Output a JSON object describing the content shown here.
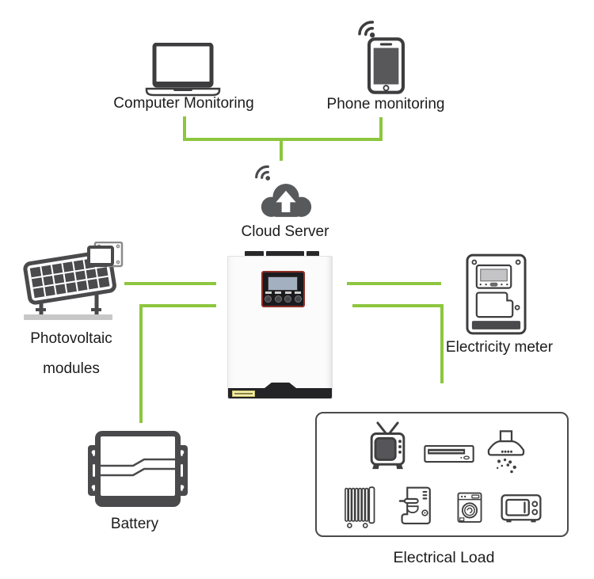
{
  "diagram": {
    "background": "#ffffff",
    "accent_color": "#8dc63f",
    "icon_color": "#4a4a4c",
    "nodes": {
      "computer": {
        "label": "Computer Monitoring",
        "icon": "laptop-icon"
      },
      "phone": {
        "label": "Phone monitoring",
        "icon": "smartphone-icon",
        "badge_icon": "wifi-icon"
      },
      "cloud": {
        "label": "Cloud Server",
        "icon": "cloud-upload-icon",
        "badge_icon": "wifi-icon"
      },
      "pv": {
        "label_line1": "Photovoltaic",
        "label_line2": "modules",
        "icon": "solar-panel-icon"
      },
      "inverter": {
        "icon": "solar-inverter-icon"
      },
      "meter": {
        "label": "Electricity meter",
        "icon": "electricity-meter-icon"
      },
      "battery": {
        "label": "Battery",
        "icon": "battery-icon"
      },
      "load": {
        "label": "Electrical Load",
        "appliance_icons": [
          "tv-icon",
          "media-player-icon",
          "range-hood-icon",
          "oil-heater-icon",
          "coffee-machine-icon",
          "washing-machine-icon",
          "microwave-icon"
        ]
      }
    },
    "connections": [
      {
        "from": "computer",
        "to": "cloud"
      },
      {
        "from": "phone",
        "to": "cloud"
      },
      {
        "from": "pv",
        "to": "inverter"
      },
      {
        "from": "inverter",
        "to": "meter"
      },
      {
        "from": "inverter",
        "to": "battery"
      },
      {
        "from": "inverter",
        "to": "load"
      }
    ]
  }
}
